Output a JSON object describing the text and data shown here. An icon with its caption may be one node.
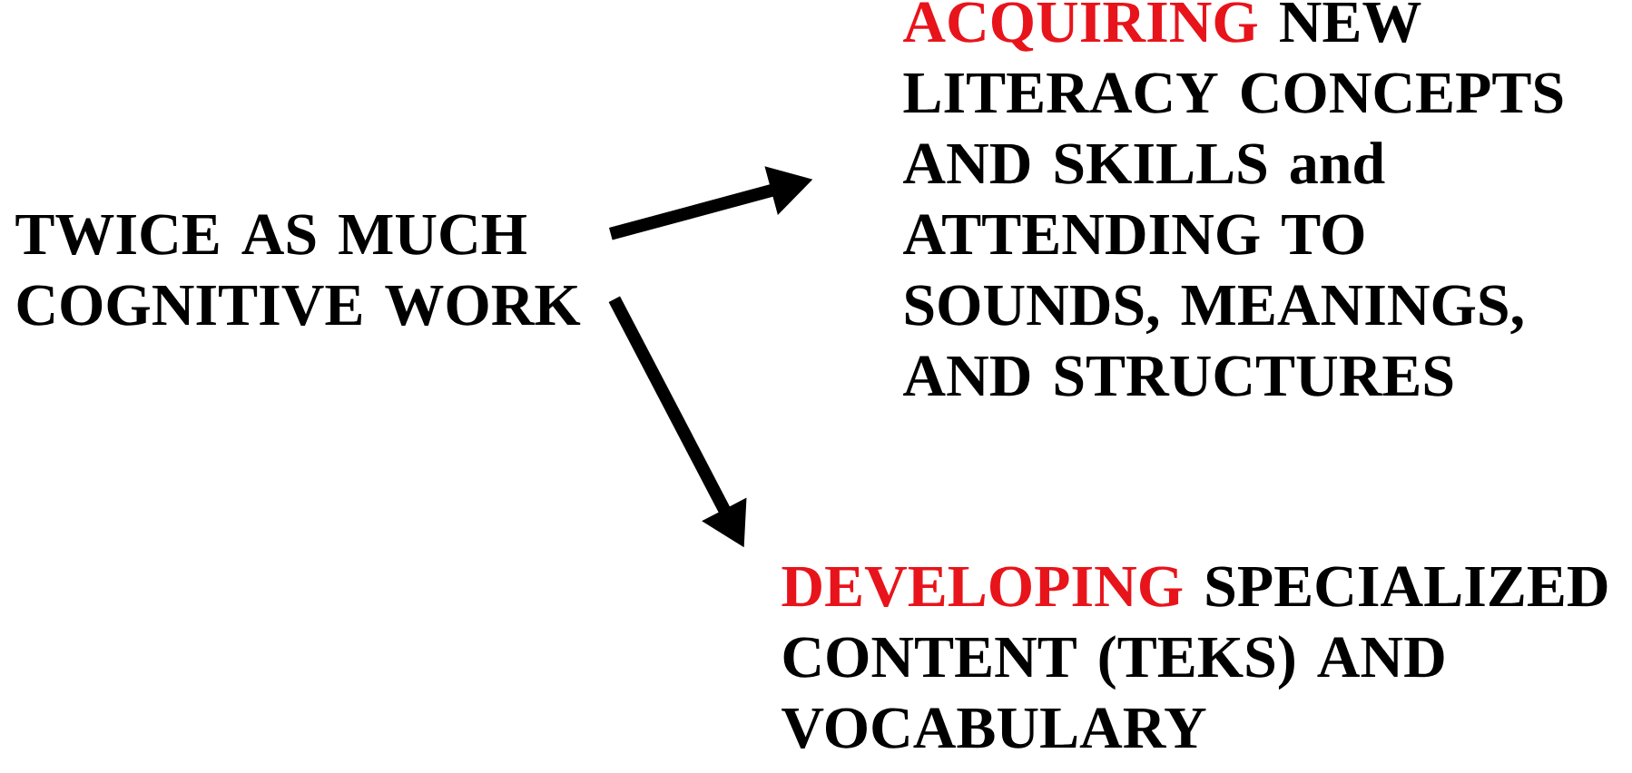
{
  "diagram": {
    "nodes": [
      {
        "text": [
          "TWICE AS MUCH COGNITIVE WORK"
        ]
      },
      {
        "text": [
          "ACQUIRING",
          "NEW LITERACY CONCEPTS AND SKILLS and ATTENDING TO SOUNDS, MEANINGS, AND STRUCTURES"
        ]
      },
      {
        "text": [
          "DEVELOPING",
          "SPECIALIZED CONTENT (TEKS) AND VOCABULARY"
        ]
      }
    ],
    "edges": [
      {
        "from": 0,
        "to": 1,
        "arrow": "to"
      },
      {
        "from": 0,
        "to": 2,
        "arrow": "to"
      }
    ]
  }
}
